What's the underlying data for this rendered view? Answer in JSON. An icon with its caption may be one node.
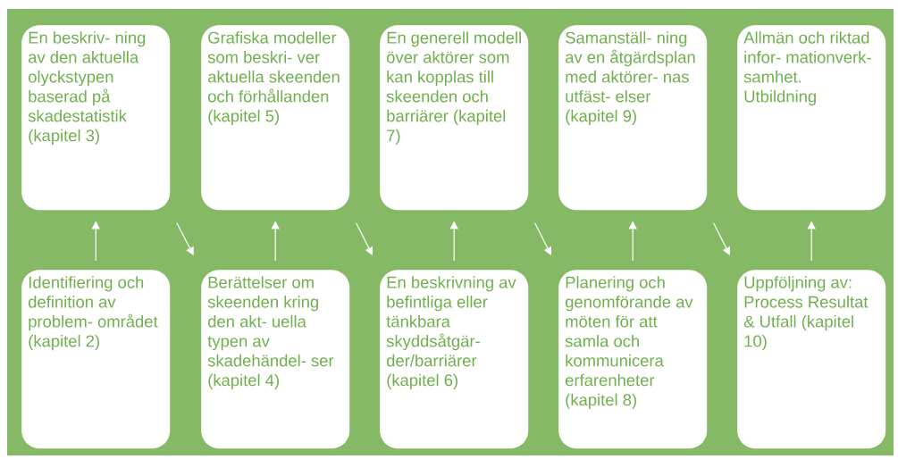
{
  "diagram": {
    "nodes": [
      {
        "text": [
          "En beskriv- ning av den aktuella olyckstypen baserad på skadestatistik (kapitel 3)"
        ]
      },
      {
        "text": [
          "Grafiska modeller som beskri- ver aktuella skeenden och förhållanden (kapitel 5)"
        ]
      },
      {
        "text": [
          "En generell modell över aktörer som kan kopplas till skeenden och barriärer (kapitel 7)"
        ]
      },
      {
        "text": [
          "Samanställ- ning av en åtgärdsplan med aktörer- nas utfäst- elser (kapitel 9)"
        ]
      },
      {
        "text": [
          "Allmän och riktad infor- mationverk- samhet. Utbildning"
        ]
      },
      {
        "text": [
          "Identifiering och definition av problem- området (kapitel 2)"
        ]
      },
      {
        "text": [
          "Berättelser om skeenden kring den akt- uella typen av skadehändel- ser (kapitel 4)"
        ]
      },
      {
        "text": [
          "En beskrivning av befintliga eller tänkbara skyddsåtgär- der/barriärer (kapitel 6)"
        ]
      },
      {
        "text": [
          "Planering och genomförande av möten för att samla och kommunicera erfarenheter (kapitel 8)"
        ]
      },
      {
        "text": [
          "Uppföljning av: Process Resultat & Utfall (kapitel 10)"
        ]
      }
    ],
    "edges": [
      {
        "from": 5,
        "to": 0,
        "arrow": "to"
      },
      {
        "from": 0,
        "to": 6,
        "arrow": "to"
      },
      {
        "from": 6,
        "to": 1,
        "arrow": "to"
      },
      {
        "from": 1,
        "to": 7,
        "arrow": "to"
      },
      {
        "from": 7,
        "to": 2,
        "arrow": "to"
      },
      {
        "from": 2,
        "to": 8,
        "arrow": "to"
      },
      {
        "from": 8,
        "to": 3,
        "arrow": "to"
      },
      {
        "from": 3,
        "to": 9,
        "arrow": "to"
      },
      {
        "from": 9,
        "to": 4,
        "arrow": "to"
      }
    ]
  }
}
